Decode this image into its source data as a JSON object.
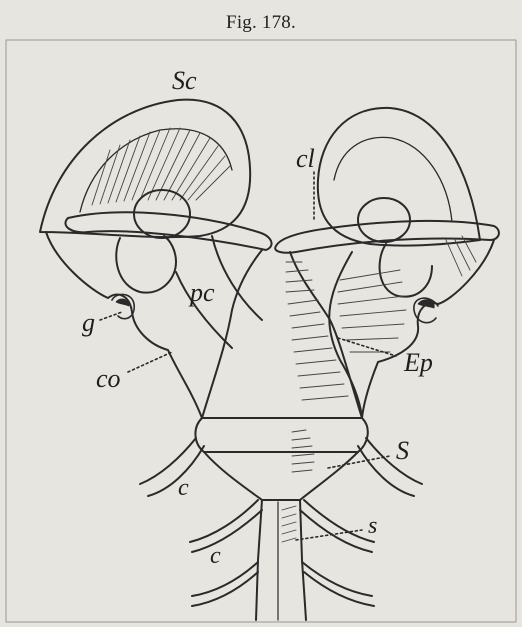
{
  "figure": {
    "title": "Fig. 178.",
    "labels": {
      "sc": "Sc",
      "cl": "cl",
      "pc": "pc",
      "g": "g",
      "co": "co",
      "ep": "Ep",
      "s_upper": "S",
      "c_upper": "c",
      "c_lower": "c",
      "s_lower": "s"
    }
  },
  "colors": {
    "paper": "#e7e5df",
    "ink": "#2a2a2a"
  }
}
